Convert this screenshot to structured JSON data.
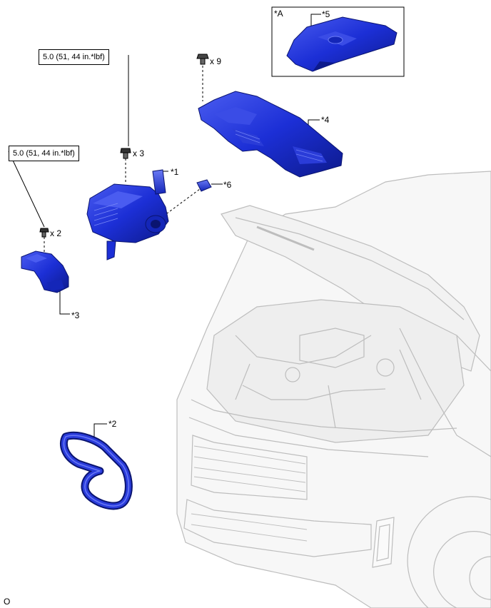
{
  "torque_specs": [
    "5.0 (51, 44 in.*lbf)",
    "5.0 (51, 44 in.*lbf)"
  ],
  "fastener_counts": [
    "x 9",
    "x 3",
    "x 2"
  ],
  "parts": {
    "p1": "*1",
    "p2": "*2",
    "p3": "*3",
    "p4": "*4",
    "p5": "*5",
    "p6": "*6"
  },
  "inset_label": "*A",
  "footer_code": "O",
  "colors": {
    "part_blue": "#1c2fd6",
    "part_blue_dark": "#0d1a8c",
    "part_blue_light": "#5b6cf0",
    "vehicle_line": "#c2c2c2",
    "leader": "#000000"
  }
}
